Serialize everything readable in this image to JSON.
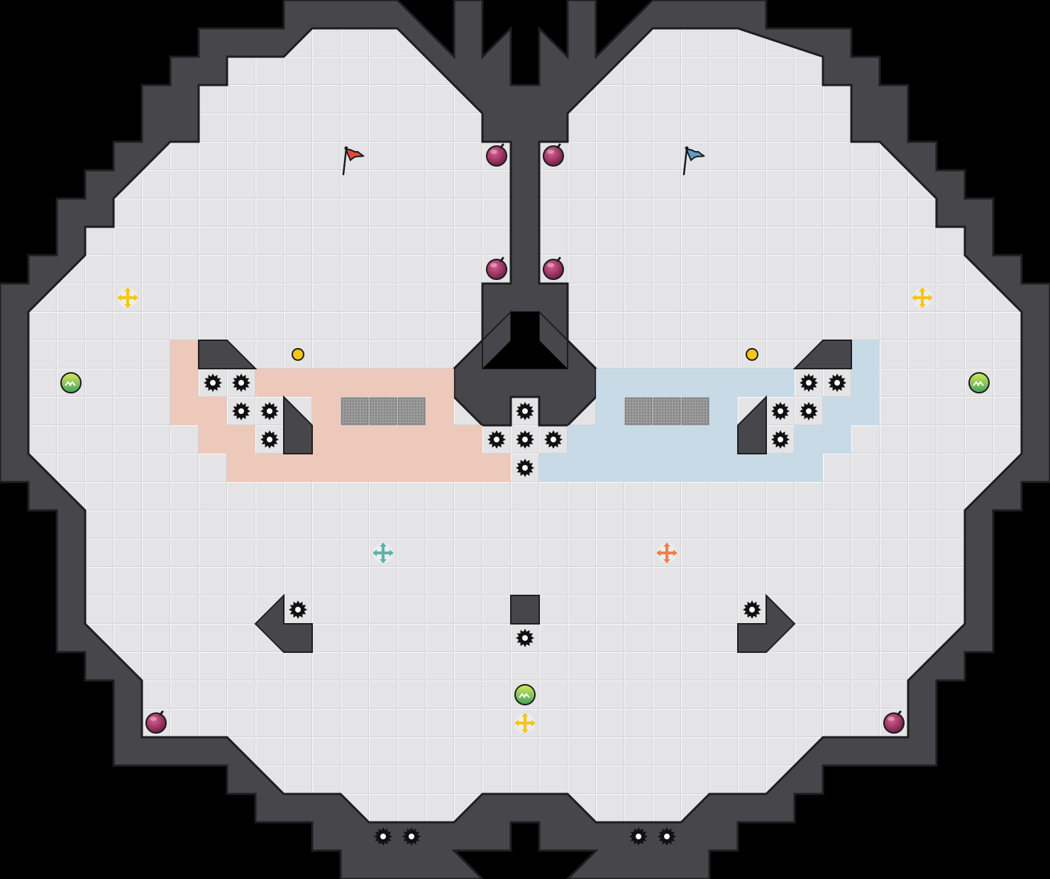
{
  "map": {
    "colors": {
      "background": "#000000",
      "floor": "#e4e4e7",
      "grid_line": "#ffffff",
      "wall": "#47474b",
      "wall_edge": "#1e1e21",
      "red_team_zone": "#ecc7b7",
      "blue_team_zone": "#c5d9e6",
      "gate_tile": "#8f8f8f"
    },
    "flags": [
      {
        "team": "red",
        "color": "#e8453c",
        "icon": "flag-icon"
      },
      {
        "team": "blue",
        "color": "#5d9ec7",
        "icon": "flag-icon"
      }
    ],
    "spawn_markers": [
      {
        "team": "neutral",
        "color": "#f5c518",
        "icon": "arrows-cross-icon"
      },
      {
        "team": "neutral",
        "color": "#f5c518",
        "icon": "arrows-cross-icon"
      },
      {
        "team": "neutral",
        "color": "#f5c518",
        "icon": "arrows-cross-icon"
      },
      {
        "team": "blue",
        "color": "#5fb1a7",
        "icon": "arrows-cross-icon"
      },
      {
        "team": "red",
        "color": "#f07f48",
        "icon": "arrows-cross-icon"
      }
    ],
    "item_types": {
      "bomb": {
        "icon": "bomb-icon",
        "color": "#a83a6b"
      },
      "spike": {
        "icon": "spike-icon",
        "color": "#111111"
      },
      "boost": {
        "icon": "boost-pad-icon",
        "color": "#8bc34a"
      },
      "button": {
        "icon": "button-icon",
        "color": "#f5c518"
      },
      "gate": {
        "icon": "gate-icon",
        "color": "#8f8f8f"
      }
    }
  }
}
